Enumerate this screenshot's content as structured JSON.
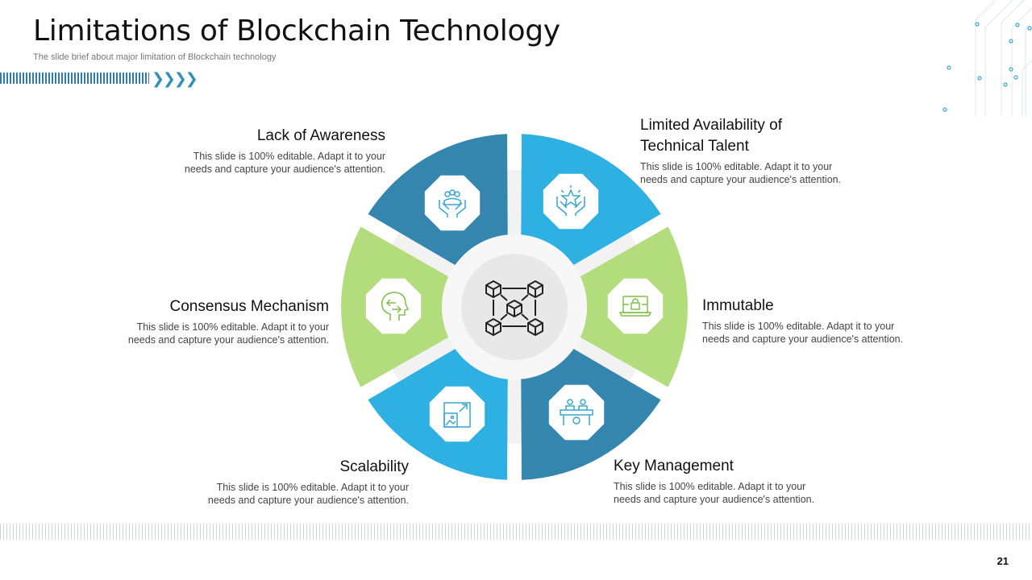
{
  "title": "Limitations of Blockchain Technology",
  "subtitle": "The slide brief about major limitation of Blockchain technology",
  "chevrons": "❯❯❯❯",
  "page_number": "21",
  "colors": {
    "dark_blue": "#3486ae",
    "light_blue": "#2fb0e2",
    "green": "#b3dc7d",
    "center_ring": "#f7f7f7",
    "center_disc": "#e8e8e8",
    "icon_stroke_blue": "#39a6d2",
    "icon_stroke_green": "#7ec04a"
  },
  "items": [
    {
      "id": "lack",
      "title": "Lack of Awareness",
      "text1": "This slide is 100% editable. Adapt it to your",
      "text2": "needs and capture your audience's attention.",
      "icon": "hands-people-icon"
    },
    {
      "id": "limited",
      "title_line1": "Limited Availability of",
      "title_line2": "Technical Talent",
      "text1": "This slide is 100% editable. Adapt it to your",
      "text2": "needs and capture your audience's attention.",
      "icon": "hands-star-icon"
    },
    {
      "id": "consensus",
      "title": "Consensus Mechanism",
      "text1": "This slide is 100% editable. Adapt it to your",
      "text2": "needs and capture your audience's attention.",
      "icon": "head-arrows-icon"
    },
    {
      "id": "immutable",
      "title": "Immutable",
      "text1": "This slide is 100% editable. Adapt it to your",
      "text2": "needs and capture your audience's attention.",
      "icon": "laptop-lock-icon"
    },
    {
      "id": "scalability",
      "title": "Scalability",
      "text1": "This slide is 100% editable. Adapt it to your",
      "text2": "needs and capture your audience's attention.",
      "icon": "scale-image-icon"
    },
    {
      "id": "key",
      "title": "Key Management",
      "text1": "This slide is 100% editable. Adapt it to your",
      "text2": "needs and capture your audience's attention.",
      "icon": "team-desk-icon"
    }
  ],
  "center_icon": "blockchain-cubes-icon"
}
